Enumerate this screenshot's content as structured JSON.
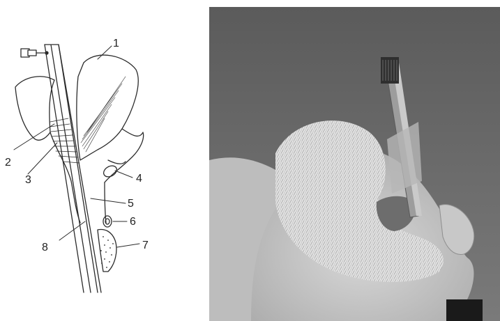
{
  "figure": {
    "diagram_labels": [
      {
        "key": "1",
        "text": "1"
      },
      {
        "key": "2",
        "text": "2"
      },
      {
        "key": "3",
        "text": "3"
      },
      {
        "key": "4",
        "text": "4"
      },
      {
        "key": "5",
        "text": "5"
      },
      {
        "key": "6",
        "text": "6"
      },
      {
        "key": "7",
        "text": "7"
      },
      {
        "key": "8",
        "text": "8"
      }
    ],
    "photo": {
      "description_icon": "photo-grayscale-patient-face",
      "scale_block_color": "#1a1a1a"
    },
    "colors": {
      "background": "#ffffff",
      "line": "#2b2b2b",
      "photo_bg": "#6a6a6a"
    }
  }
}
